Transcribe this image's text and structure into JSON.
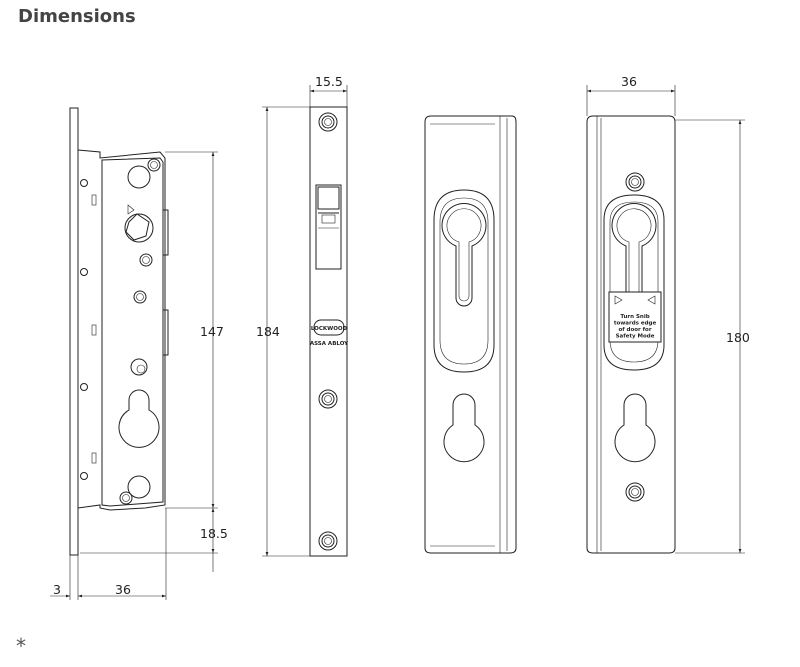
{
  "header": {
    "title": "Dimensions"
  },
  "footer": {
    "mark": "*"
  },
  "dimensions": {
    "side_view_height": "147",
    "side_view_bottom_offset": "18.5",
    "side_view_faceplate_thickness": "3",
    "side_view_depth": "36",
    "faceplate_width": "15.5",
    "faceplate_height": "184",
    "back_plate_width": "36",
    "back_plate_height": "180"
  },
  "labels": {
    "brand_line1": "LOCKWOOD",
    "brand_line2": "ASSA ABLOY",
    "instruction_line1": "Turn Snib",
    "instruction_line2": "towards edge",
    "instruction_line3": "of door for",
    "instruction_line4": "Safety Mode"
  }
}
